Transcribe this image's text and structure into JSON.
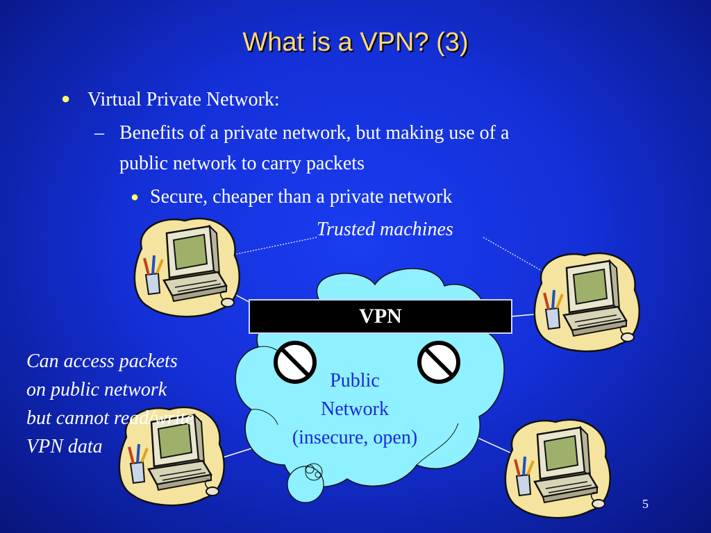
{
  "slide": {
    "title": "What is a VPN? (3)",
    "page_number": "5"
  },
  "bullets": {
    "level1": {
      "glyph": "●",
      "text": "Virtual Private Network:"
    },
    "level2": {
      "glyph": "–",
      "line1": "Benefits of a private network, but making use of a",
      "line2": "public network to carry packets"
    },
    "level3": {
      "glyph": "●",
      "text": "Secure, cheaper than a private network"
    }
  },
  "diagram": {
    "trusted_label": "Trusted machines",
    "vpn_label": "VPN",
    "public_network": [
      "Public",
      "Network",
      "(insecure, open)"
    ],
    "attacker_note": [
      "Can access packets",
      "on public network",
      "but cannot read/write",
      "VPN data"
    ],
    "icons": [
      "computer-icon",
      "no-access-icon",
      "cloud-icon"
    ],
    "colors": {
      "background": "#1430d8",
      "title": "#ffd97a",
      "bullet": "#ffff66",
      "cloud": "#8ff0ff",
      "cloud_text": "#1a2ad8",
      "vpn_bar": "#000000"
    }
  }
}
